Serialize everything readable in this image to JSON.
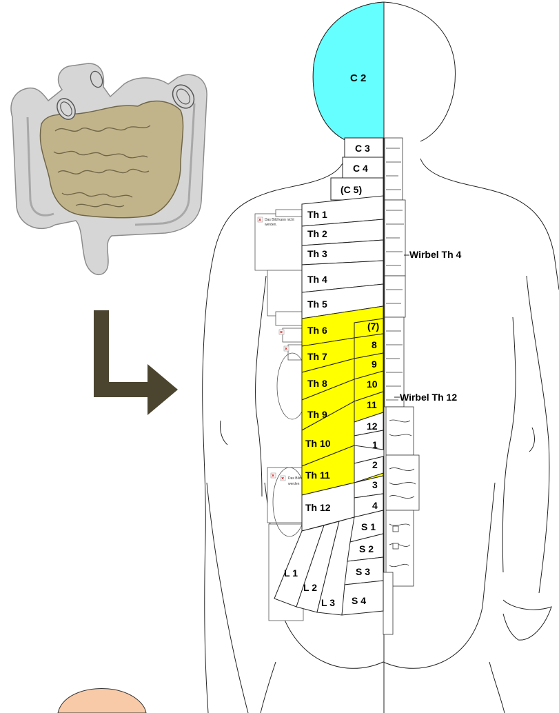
{
  "colors": {
    "highlight_cyan": "#66ffff",
    "highlight_yellow": "#ffff00",
    "intestine_outer": "#d6d6d6",
    "intestine_inner": "#c2b48a",
    "arrow": "#4b4530",
    "skin_bottom": "#f9caa7"
  },
  "icons": {
    "intestine": "intestine-icon",
    "arrow": "arrow-down-right-icon",
    "broken_image": "broken-image-icon"
  },
  "head": {
    "label": "C 2",
    "highlighted": true
  },
  "cervical": [
    "C 3",
    "C 4",
    "(C 5)"
  ],
  "thoracic_left": [
    {
      "label": "Th 1",
      "highlighted": false
    },
    {
      "label": "Th 2",
      "highlighted": false
    },
    {
      "label": "Th 3",
      "highlighted": false
    },
    {
      "label": "Th 4",
      "highlighted": false
    },
    {
      "label": "Th 5",
      "highlighted": false
    },
    {
      "label": "Th 6",
      "highlighted": true
    },
    {
      "label": "Th 7",
      "highlighted": true
    },
    {
      "label": "Th 8",
      "highlighted": true
    },
    {
      "label": "Th 9",
      "highlighted": true
    },
    {
      "label": "Th 10",
      "highlighted": true
    },
    {
      "label": "Th 11",
      "highlighted": true
    },
    {
      "label": "Th 12",
      "highlighted": false
    }
  ],
  "inner_column": [
    {
      "label": "(7)",
      "highlighted": true
    },
    {
      "label": "8",
      "highlighted": true
    },
    {
      "label": "9",
      "highlighted": true
    },
    {
      "label": "10",
      "highlighted": true
    },
    {
      "label": "11",
      "highlighted": true
    },
    {
      "label": "12",
      "highlighted": false
    },
    {
      "label": "1",
      "highlighted": false
    },
    {
      "label": "2",
      "highlighted": false
    },
    {
      "label": "3",
      "highlighted": false
    },
    {
      "label": "4",
      "highlighted": false
    }
  ],
  "lumbar_fan": [
    "L 1",
    "L 2",
    "L 3"
  ],
  "sacral": [
    "S 1",
    "S 2",
    "S 3",
    "S 4"
  ],
  "annotations": {
    "vertebra_th4": "Wirbel Th 4",
    "vertebra_th12": "Wirbel Th 12"
  },
  "broken_image": {
    "text_1": "Das Bild kann nicht",
    "text_2": "werden.",
    "text_3": "Das Bild",
    "text_4": "werden"
  }
}
